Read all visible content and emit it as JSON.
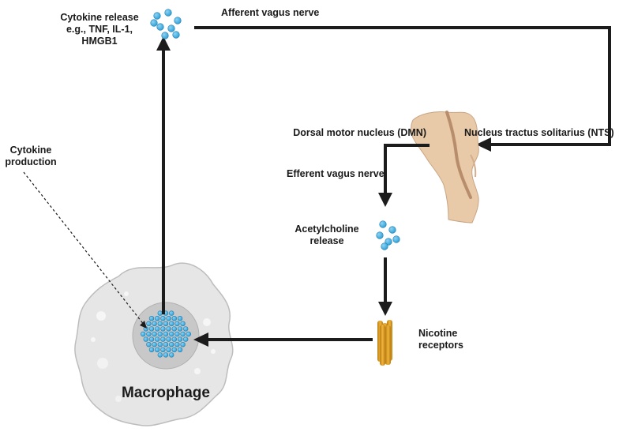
{
  "labels": {
    "cytokine_release": "Cytokine release\ne.g., TNF, IL-1,\nHMGB1",
    "afferent_vagus": "Afferent vagus nerve",
    "cytokine_production": "Cytokine\nproduction",
    "dmn": "Dorsal motor nucleus (DMN)",
    "nts": "Nucleus tractus solitarius (NTS)",
    "efferent_vagus": "Efferent vagus nerve",
    "acetylcholine_release": "Acetylcholine\nrelease",
    "nicotine_receptors": "Nicotine\nreceptors",
    "macrophage": "Macrophage"
  },
  "colors": {
    "arrow": "#1c1c1c",
    "particle": "#2a9fd6",
    "particle_highlight": "#8fd3f4",
    "macrophage_body": "#e6e6e6",
    "macrophage_outline": "#bdbdbd",
    "nucleus": "#c8c8c8",
    "brainstem": "#e8c9a8",
    "brainstem_shadow": "#b88d6c",
    "receptor": "#e0a42a",
    "receptor_dark": "#b97d14"
  },
  "icons": [
    "cytokine-particles-icon",
    "acetylcholine-particles-icon",
    "brainstem-icon",
    "nicotine-receptor-icon",
    "macrophage-cell-icon"
  ]
}
